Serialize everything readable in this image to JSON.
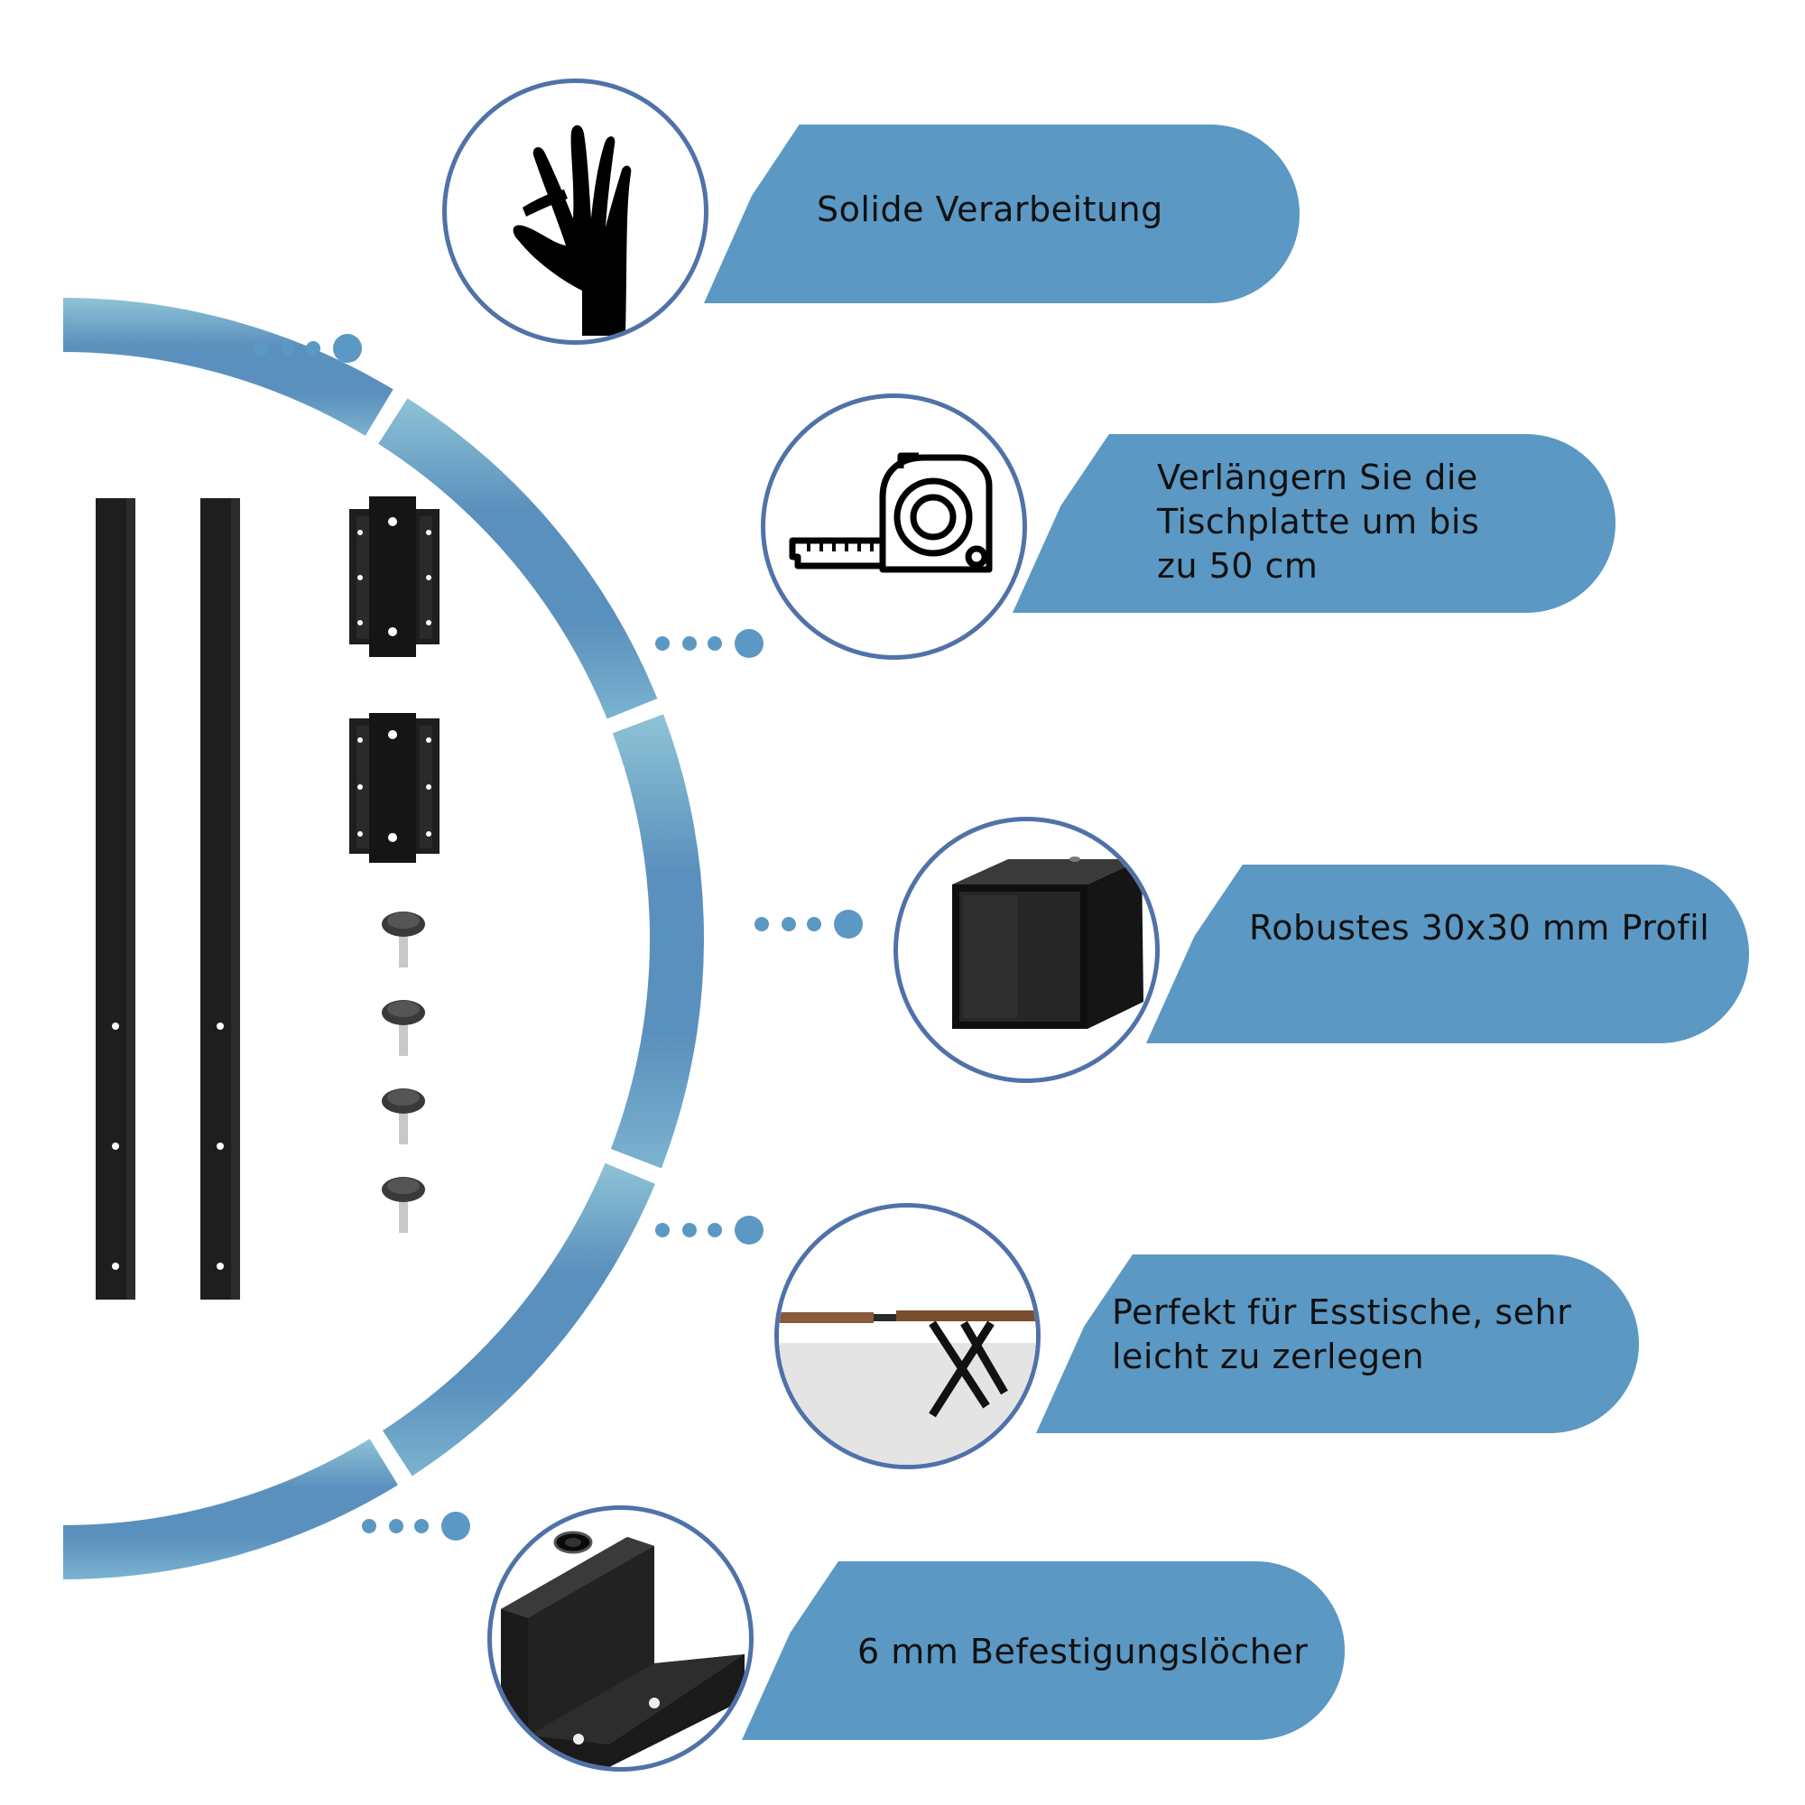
{
  "features": [
    {
      "id": "solid",
      "label": "Solide Verarbeitung",
      "icon": "hand-icon"
    },
    {
      "id": "extend",
      "label": "Verlängern Sie die\nTischplatte um bis\nzu 50 cm",
      "icon": "tape-measure-icon"
    },
    {
      "id": "profile",
      "label": "Robustes 30x30 mm Profil",
      "icon": "square-tube-icon"
    },
    {
      "id": "dining",
      "label": "Perfekt für Esstische, sehr\nleicht zu zerlegen",
      "icon": "dining-table-icon"
    },
    {
      "id": "holes",
      "label": "6 mm Befestigungslöcher",
      "icon": "mounting-bracket-icon"
    }
  ],
  "colors": {
    "pill": "#5b98c4",
    "arc_top": "#8ec3d6",
    "arc_mid": "#5a90bd",
    "medallion_border": "#4f72a8",
    "metal": "#1e1e1e"
  },
  "parts": {
    "rails": 2,
    "connector_plates": 2,
    "star_knobs": 4
  }
}
